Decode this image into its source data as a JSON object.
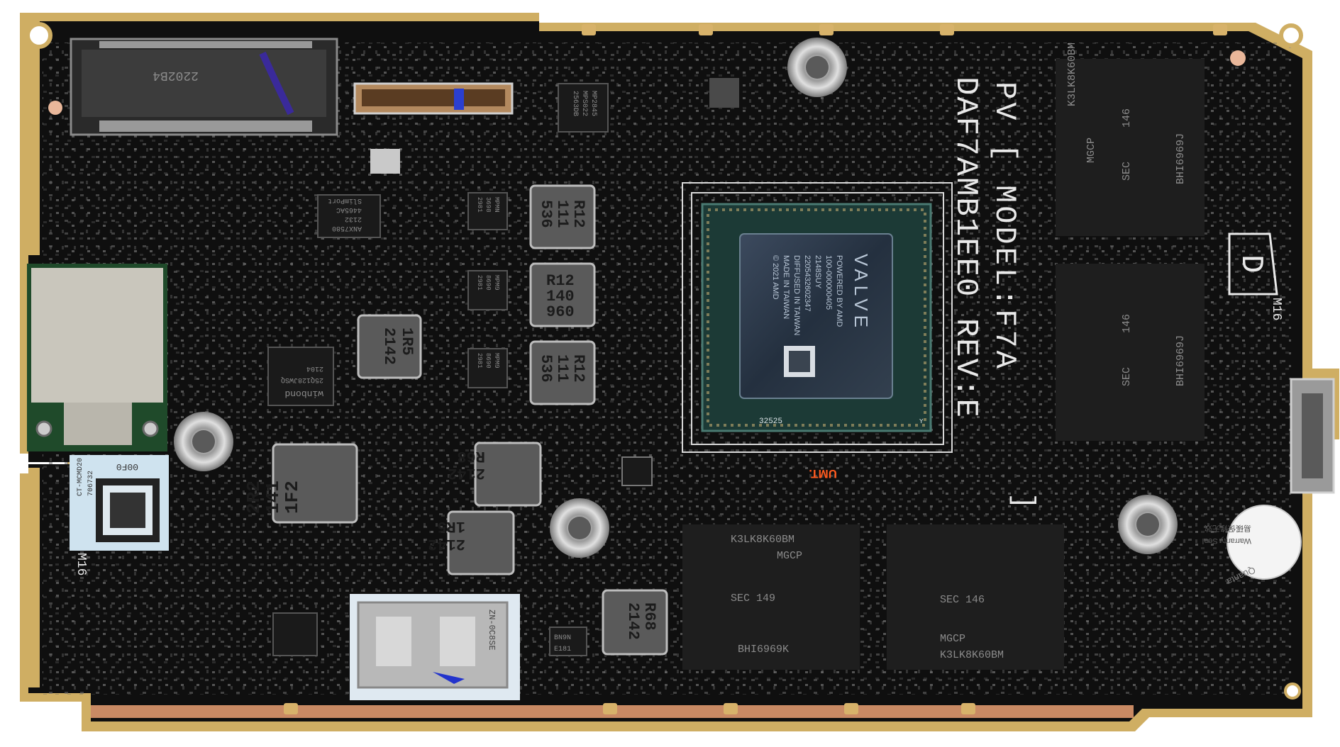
{
  "board": {
    "silkscreen_line1": "PV [ MODEL:F7A",
    "silkscreen_line2": "DAF7AMB1EE0 REV:E",
    "silkscreen_close_bracket": "]",
    "umt_label": "UMT.",
    "m16_right": "M16",
    "m16_left": "M16",
    "d_mark": "D",
    "ssd_label": "2202B4"
  },
  "soc": {
    "brand": "VALVE",
    "line1": "POWERED BY AMD",
    "line2": "100-000000405",
    "line3": "2148SUY",
    "line4": "2205432602347",
    "line5": "DIFFUSED IN TAIWAN",
    "line6": "MADE IN TAIWAN",
    "line7": "© 2021 AMD",
    "substrate_code": "32525",
    "substrate_y": "Y"
  },
  "memory_chips": [
    {
      "line1": "K3LK8K60BM",
      "line2": "MGCP",
      "line3": "SEC",
      "line4": "146",
      "line5": "BHI6969J"
    },
    {
      "line1": "SEC",
      "line2": "146",
      "line3": "BHI6969J"
    },
    {
      "line1": "K3LK8K60BM",
      "line2": "MGCP",
      "line3": "SEC   149",
      "line4": "BHI6969K"
    },
    {
      "line1": "SEC   146",
      "line2": "MGCP",
      "line3": "K3LK8K60BM"
    }
  ],
  "inductors": [
    {
      "line1": "R12",
      "line2": "111",
      "line3": "536"
    },
    {
      "line1": "R12",
      "line2": "140",
      "line3": "960"
    },
    {
      "line1": "R12",
      "line2": "111",
      "line3": "536"
    },
    {
      "line1": "1R5",
      "line2": "2142"
    },
    {
      "line1": "2R2",
      "line2": "141",
      "line3": "1F2"
    },
    {
      "line1": "R68",
      "line2": "2142"
    },
    {
      "line1": "1R5",
      "line2": "2142"
    },
    {
      "line1": "R68",
      "line2": "2142"
    }
  ],
  "ics": {
    "anx": {
      "line1": "ANX7580",
      "line2": "2132",
      "line3": "4465AC",
      "line4": "SlimPort"
    },
    "winbond": {
      "line1": "winbond",
      "line2": "25Q128JWSQ",
      "line3": "2104"
    },
    "mps1": {
      "line1": "MP2845",
      "line2": "MPS022",
      "line3": "2563DB"
    },
    "mpm1": {
      "line1": "MPMN",
      "line2": "3698",
      "line3": "2981"
    },
    "mpm2": {
      "line1": "MPM9",
      "line2": "8690",
      "line3": "2981"
    },
    "mpm3": {
      "line1": "MPM9",
      "line2": "8690",
      "line3": "2981"
    },
    "e181": {
      "line1": "BN9N",
      "line2": "E181"
    }
  },
  "labels": {
    "wifi_sticker_line1": "00F0",
    "wifi_sticker_line2": "CT-MCMD20",
    "wifi_sticker_line3": "706732",
    "usb_conn": "ZN-0C8SE",
    "warranty_line1": "Quanta",
    "warranty_line2": "Warranty Seal",
    "warranty_line3": "易磎保修无效"
  },
  "colors": {
    "pcb": "#0f0f0f",
    "gold_edge": "#cfae63",
    "copper_edge": "#c98a64",
    "soc_substrate": "#1c3a36",
    "soc_die": "#2e3a4a",
    "memory": "#1e1e1e",
    "inductor": "#5a5a5a",
    "orange_label": "#ff5a1f"
  }
}
